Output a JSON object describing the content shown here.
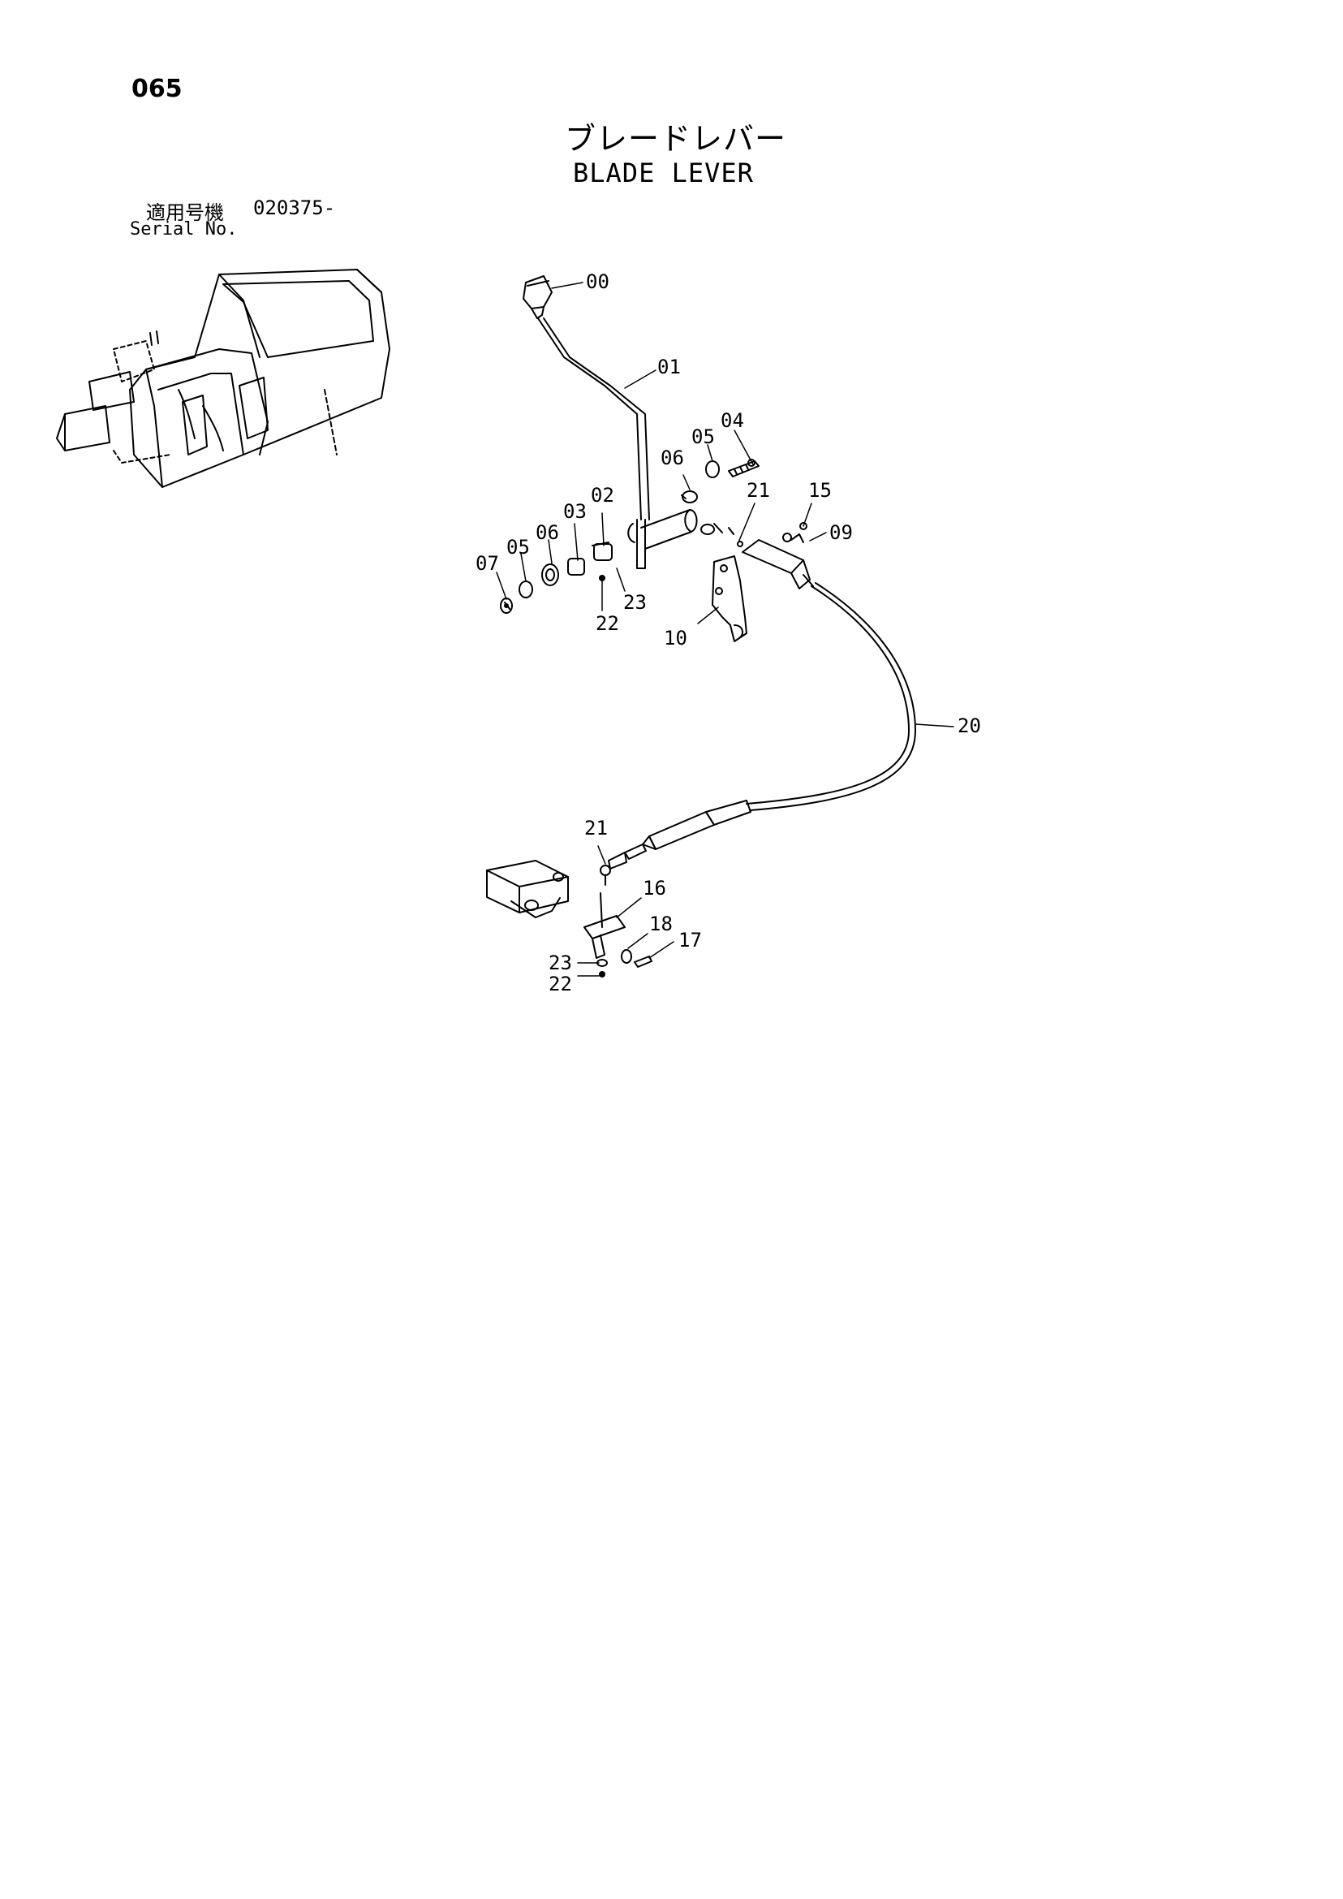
{
  "page": {
    "page_number": "065",
    "title_jp": "ブレードレバー",
    "title_en": "BLADE LEVER",
    "serial_label_jp": "適用号機",
    "serial_value": "020375-",
    "serial_label_en": "Serial No."
  },
  "callouts": [
    {
      "id": "c00",
      "label": "00"
    },
    {
      "id": "c01",
      "label": "01"
    },
    {
      "id": "c04",
      "label": "04"
    },
    {
      "id": "c05a",
      "label": "05"
    },
    {
      "id": "c06a",
      "label": "06"
    },
    {
      "id": "c21a",
      "label": "21"
    },
    {
      "id": "c15",
      "label": "15"
    },
    {
      "id": "c09",
      "label": "09"
    },
    {
      "id": "c02",
      "label": "02"
    },
    {
      "id": "c03",
      "label": "03"
    },
    {
      "id": "c06b",
      "label": "06"
    },
    {
      "id": "c05b",
      "label": "05"
    },
    {
      "id": "c07",
      "label": "07"
    },
    {
      "id": "c23a",
      "label": "23"
    },
    {
      "id": "c22a",
      "label": "22"
    },
    {
      "id": "c10",
      "label": "10"
    },
    {
      "id": "c20",
      "label": "20"
    },
    {
      "id": "c21b",
      "label": "21"
    },
    {
      "id": "c16",
      "label": "16"
    },
    {
      "id": "c18",
      "label": "18"
    },
    {
      "id": "c17",
      "label": "17"
    },
    {
      "id": "c23b",
      "label": "23"
    },
    {
      "id": "c22b",
      "label": "22"
    }
  ]
}
